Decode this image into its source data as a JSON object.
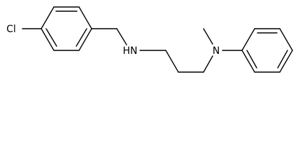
{
  "molecule": {
    "atoms": {
      "chlorine": "Cl",
      "secondary_amine": "HN",
      "tertiary_amine": "N"
    }
  }
}
